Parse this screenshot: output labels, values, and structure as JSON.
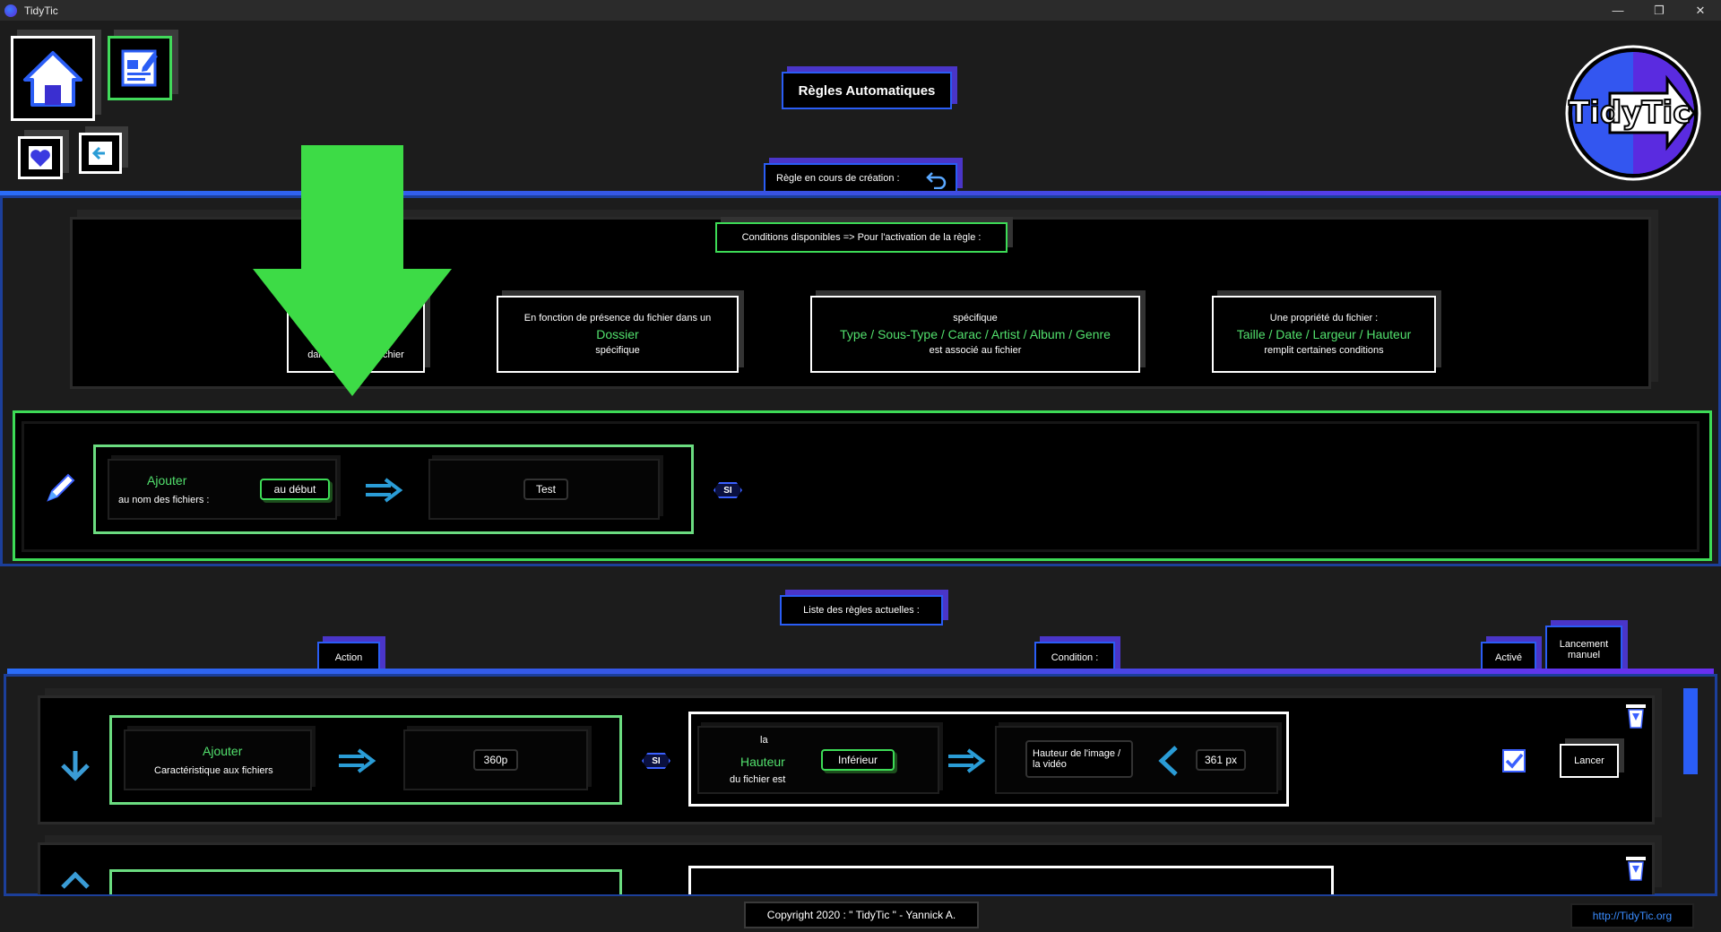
{
  "window": {
    "title": "TidyTic",
    "minimize": "—",
    "maximize": "❐",
    "close": "✕"
  },
  "header": {
    "page_title": "Règles Automatiques",
    "logo_text": "TidyTic",
    "rule_in_progress_label": "Règle en cours de création :"
  },
  "conditions": {
    "title": "Conditions disponibles => Pour l'activation de la règle :",
    "cards": [
      {
        "line1": "",
        "highlight": "",
        "line3": "dans le nom du fichier",
        "partial_left": "dans",
        "partial_right": "chier"
      },
      {
        "line1": "En fonction de présence du fichier dans un",
        "highlight": "Dossier",
        "line3": "spécifique"
      },
      {
        "line1": "spécifique",
        "highlight": "Type / Sous-Type / Carac / Artist / Album / Genre",
        "line3": "est associé au fichier"
      },
      {
        "line1": "Une propriété du fichier :",
        "highlight": "Taille / Date / Largeur / Hauteur",
        "line3": "remplit certaines conditions"
      }
    ]
  },
  "current_rule": {
    "action_title": "Ajouter",
    "action_sub": "au nom des fichiers :",
    "position": "au début",
    "value": "Test",
    "si": "SI"
  },
  "rules_list": {
    "title": "Liste des règles actuelles :",
    "columns": {
      "action": "Action",
      "condition": "Condition :",
      "active": "Activé",
      "manual": "Lancement manuel"
    },
    "rows": [
      {
        "action_title": "Ajouter",
        "action_sub": "Caractéristique aux fichiers",
        "value": "360p",
        "si": "SI",
        "cond_line1": "la",
        "cond_highlight": "Hauteur",
        "cond_line3": "du fichier est",
        "comparator": "Inférieur",
        "target": "Hauteur de l'image / la vidéo",
        "target_value": "361 px",
        "run_label": "Lancer"
      }
    ]
  },
  "footer": {
    "copyright": "Copyright 2020 : \" TidyTic \" - Yannick A.",
    "link": "http://TidyTic.org"
  },
  "colors": {
    "accent_green": "#3ddb56",
    "accent_blue": "#2a6cf8",
    "accent_violet": "#6a2ff0"
  }
}
